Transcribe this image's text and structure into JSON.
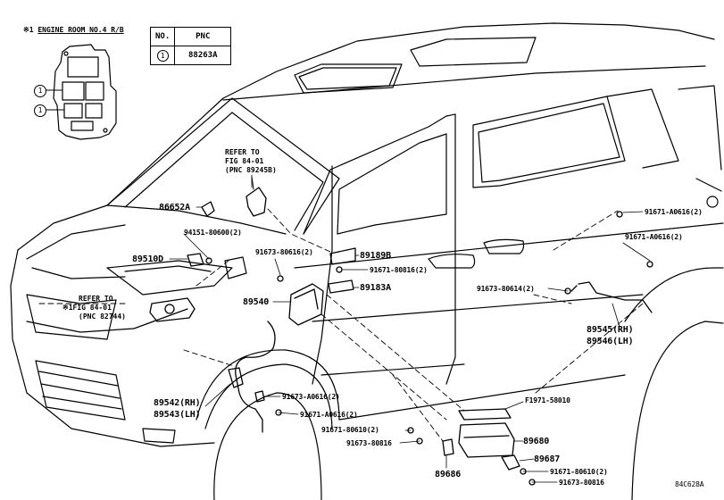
{
  "header": {
    "engine_room_mark": "※1",
    "engine_room_title": "ENGINE ROOM NO.4 R/B",
    "table_head_no": "NO.",
    "table_head_pnc": "PNC",
    "table_row_no": "1",
    "table_row_pnc": "88263A",
    "callout_1": "1"
  },
  "refer_top": {
    "line1": "REFER TO",
    "line2": "FIG 84-01",
    "line3": "(PNC 89245B)"
  },
  "refer_left": {
    "mark": "※1",
    "line1": "REFER TO",
    "line2": "FIG 84-01",
    "line3": "(PNC 82744)"
  },
  "parts": {
    "p86652A": "86652A",
    "p94151": "94151-80600(2)",
    "p89510D": "89510D",
    "p91673_80616": "91673-80616(2)",
    "p89189B": "89189B",
    "p91671_80816": "91671-80816(2)",
    "p89183A": "89183A",
    "p89540": "89540",
    "p91671_A0616_a": "91671-A0616(2)",
    "p91671_A0616_b": "91671-A0616(2)",
    "p91673_80614": "91673-80614(2)",
    "p89545": "89545(RH)",
    "p89546": "89546(LH)",
    "p89542": "89542(RH)",
    "p89543": "89543(LH)",
    "p91673_A0616": "91673-A0616(2)",
    "p91671_A0616_c": "91671-A0616(2)",
    "pF1971": "F1971-58010",
    "p91671_80610_a": "91671-80610(2)",
    "p91673_80816_a": "91673-80816",
    "p89680": "89680",
    "p89687": "89687",
    "p89686": "89686",
    "p91671_80610_b": "91671-80610(2)",
    "p91673_80816_b": "91673-80816"
  },
  "footer": {
    "figure_code": "84C628A"
  }
}
